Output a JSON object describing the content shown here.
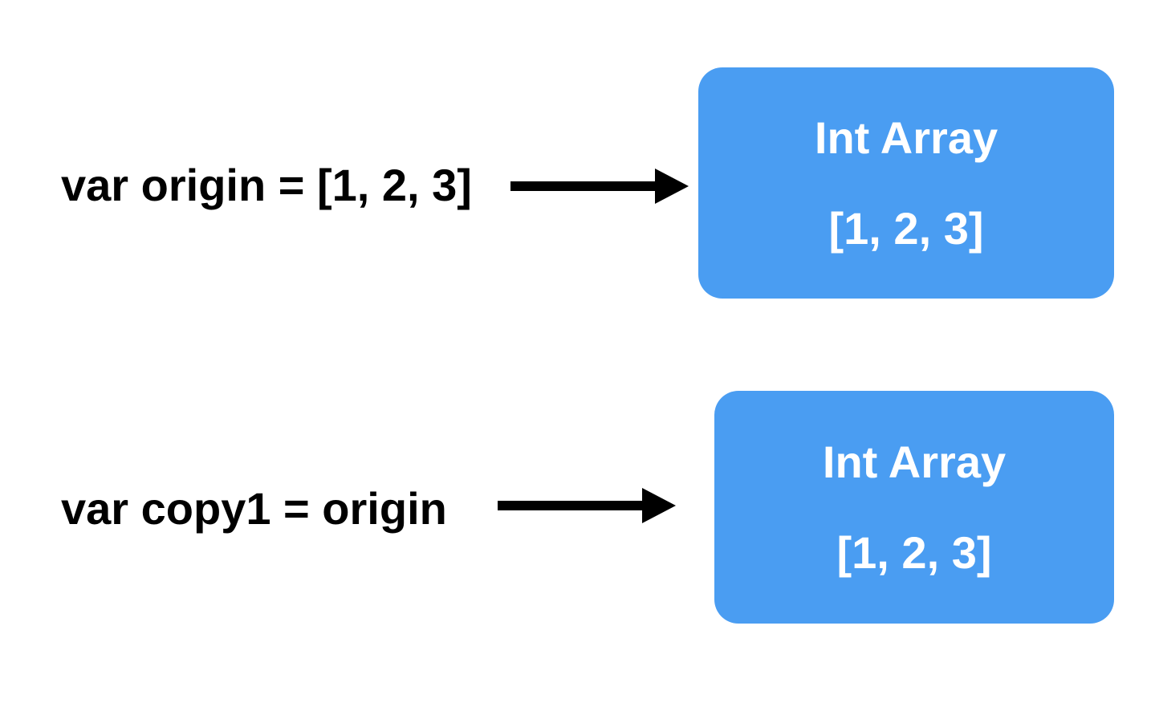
{
  "rows": [
    {
      "code": "var origin = [1, 2, 3]",
      "box": {
        "title": "Int Array",
        "value": "[1, 2, 3]"
      }
    },
    {
      "code": "var copy1 = origin",
      "box": {
        "title": "Int Array",
        "value": "[1, 2, 3]"
      }
    }
  ],
  "colors": {
    "background": "#FFFFFF",
    "code_text": "#000000",
    "arrow": "#000000",
    "box_fill": "#4A9DF2",
    "box_text": "#FFFFFF"
  }
}
